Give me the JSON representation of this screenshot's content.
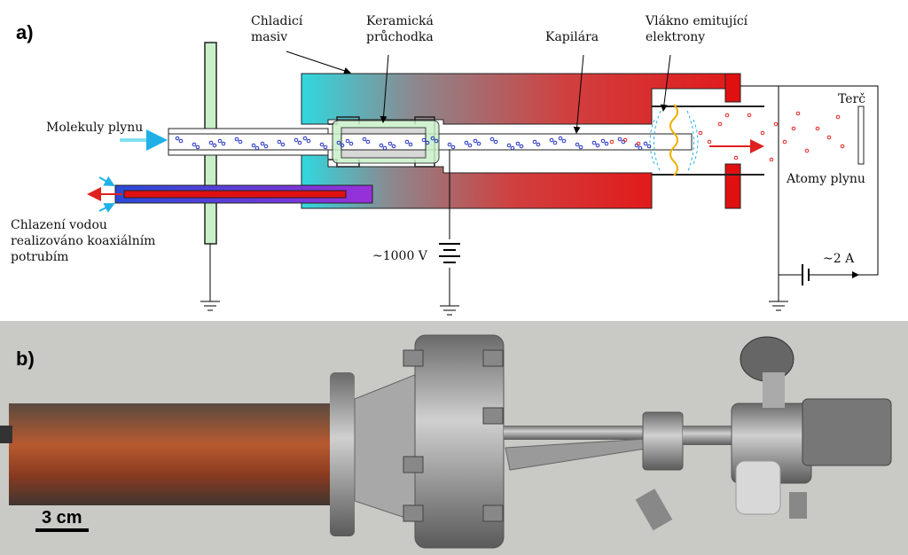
{
  "panel_a": {
    "label": "a)",
    "labels": {
      "cooling_mass_1": "Chladicí",
      "cooling_mass_2": "masiv",
      "ceramic_1": "Keramická",
      "ceramic_2": "průchodka",
      "capillary": "Kapilára",
      "filament_1": "Vlákno emitující",
      "filament_2": "elektrony",
      "target": "Terč",
      "gas_molecules": "Molekuly plynu",
      "gas_atoms": "Atomy plynu",
      "water_1": "Chlazení vodou",
      "water_2": "realizováno koaxiálním",
      "water_3": "potrubím",
      "voltage": "~1000 V",
      "current": "~2 A"
    },
    "colors": {
      "flange": "#c8f0c8",
      "mass_start": "#30d8e0",
      "mass_end": "#e02020",
      "electrode": "#e01010",
      "cooling_pipe": "#8a2be2",
      "molecule": "#2030c0",
      "atom": "#e02020",
      "filament": "#f0b000"
    }
  },
  "panel_b": {
    "label": "b)",
    "scale_bar": "3 cm"
  }
}
